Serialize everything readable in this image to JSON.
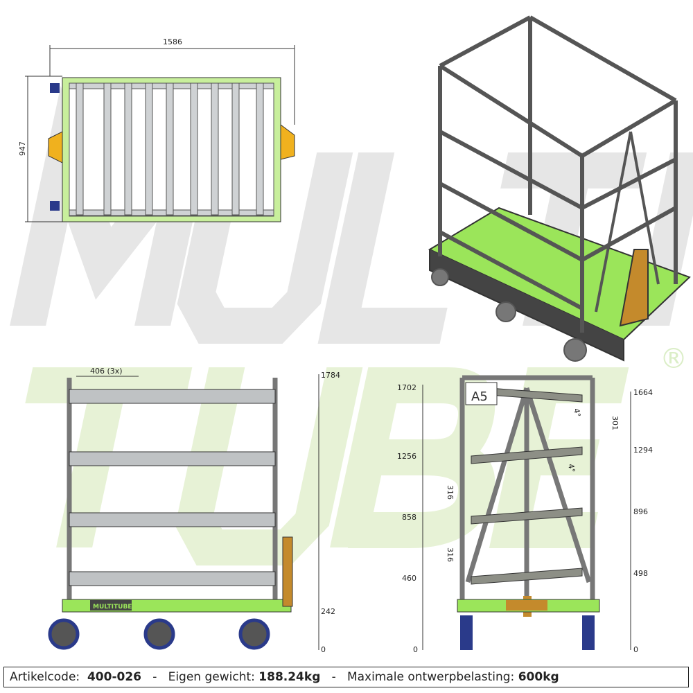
{
  "watermark": {
    "line1": "MULTI",
    "line2": "TUBE",
    "registered": "®"
  },
  "top_view": {
    "width": "1586",
    "depth": "947"
  },
  "front_view": {
    "spacing": "406 (3x)",
    "height_total": "1784",
    "height_base": "242",
    "zero": "0",
    "logo": "MULTITUBE"
  },
  "side_view": {
    "left_levels": [
      "1702",
      "1256",
      "858",
      "460",
      "0"
    ],
    "right_levels": [
      "1664",
      "1294",
      "896",
      "498",
      "0"
    ],
    "gaps": [
      "301",
      "316",
      "316"
    ],
    "angles": [
      "4°",
      "4°"
    ],
    "label": "A5"
  },
  "footer": {
    "code_label": "Artikelcode:",
    "code": "400-026",
    "sep": "-",
    "weight_label": "Eigen gewicht:",
    "weight": "188.24kg",
    "load_label": "Maximale ontwerpbelasting:",
    "load": "600kg"
  },
  "colors": {
    "frame_green": "#9be55a",
    "tube": "#8a8d90",
    "caster_blue": "#2a3a8a",
    "handle": "#c48a2c"
  }
}
